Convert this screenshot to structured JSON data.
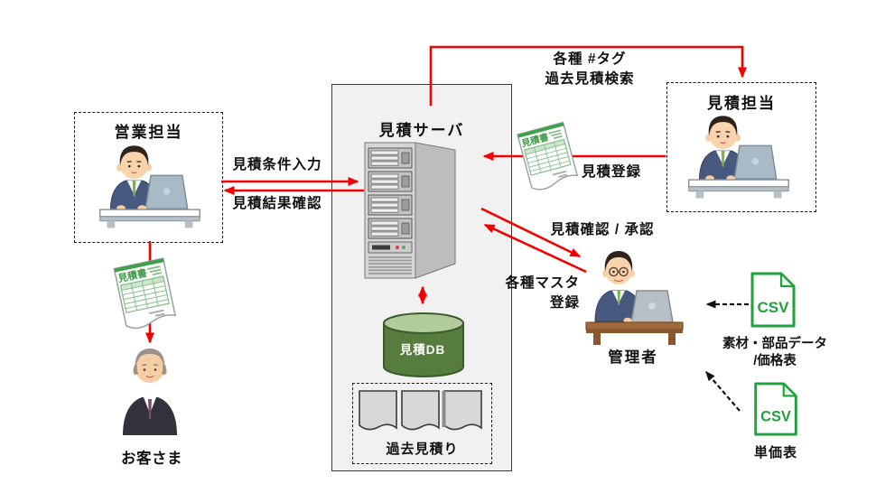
{
  "palette": {
    "arrow_red": "#f40000",
    "csv_green": "#1fa23c",
    "db_body_green": "#567c3e",
    "db_top_green": "#b2cb9c",
    "doc_green": "#3fa24b",
    "server_box_bg": "#f1f1f1"
  },
  "sales_box": {
    "title": "営業担当"
  },
  "server_box": {
    "title": "見積サーバ",
    "db_label": "見積DB",
    "past_quotes_label": "過去見積り"
  },
  "estimator_box": {
    "title": "見積担当"
  },
  "admin": {
    "label": "管理者"
  },
  "customer": {
    "label": "お客さま"
  },
  "quote_doc": {
    "label": "見積書"
  },
  "csv_top": {
    "file_text": "CSV",
    "label_line1": "素材・部品データ",
    "label_line2": "/価格表"
  },
  "csv_bottom": {
    "file_text": "CSV",
    "label": "単価表"
  },
  "flows": {
    "condition_input": "見積条件入力",
    "result_check": "見積結果確認",
    "tag_search_line1": "各種 #タグ",
    "tag_search_line2": "過去見積検索",
    "quote_register": "見積登録",
    "confirm_approve": "見積確認 / 承認",
    "master_register_line1": "各種マスタ",
    "master_register_line2": "登録"
  }
}
